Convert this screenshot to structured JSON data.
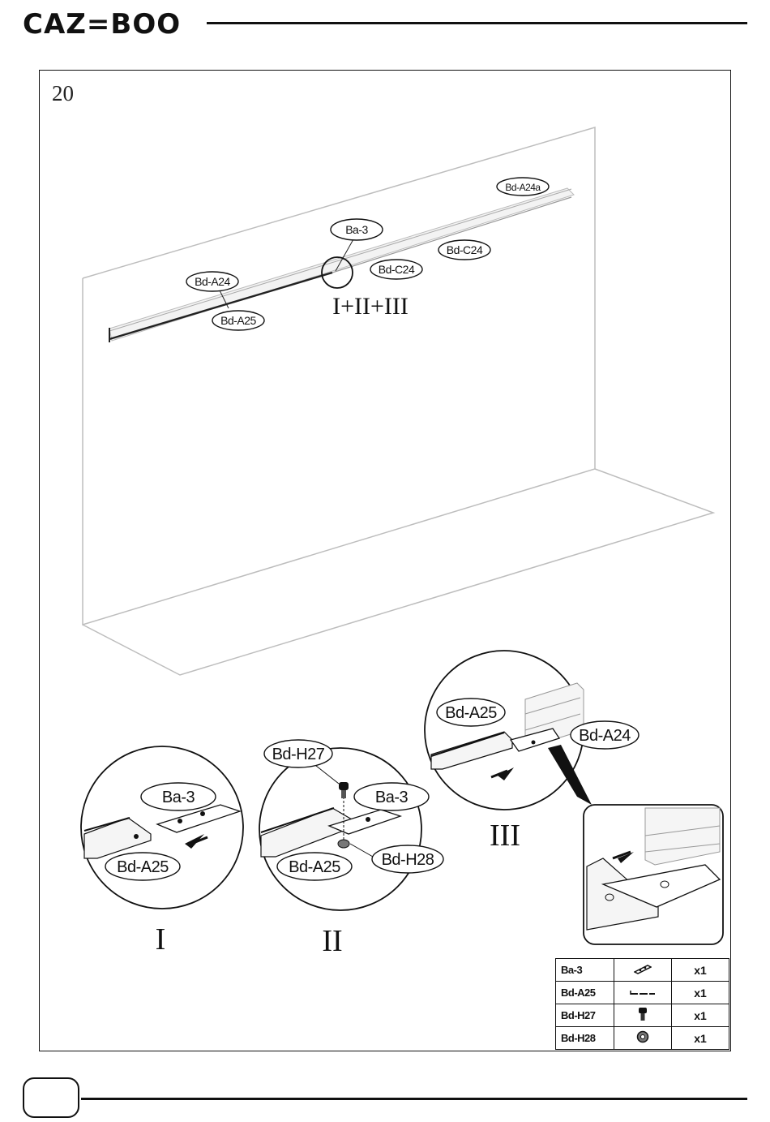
{
  "brand": "CAZ=BOO",
  "step_number": "20",
  "callouts": {
    "bd_a24a": "Bd-A24a",
    "ba_3": "Ba-3",
    "bd_c24_top": "Bd-C24",
    "bd_c24_mid": "Bd-C24",
    "bd_a24": "Bd-A24",
    "bd_a25": "Bd-A25",
    "detail_ref": "I+II+III"
  },
  "details": {
    "one": {
      "numeral": "I",
      "ba_3": "Ba-3",
      "bd_a25": "Bd-A25"
    },
    "two": {
      "numeral": "II",
      "bd_h27": "Bd-H27",
      "ba_3": "Ba-3",
      "bd_a25": "Bd-A25",
      "bd_h28": "Bd-H28"
    },
    "three": {
      "numeral": "III",
      "bd_a25": "Bd-A25",
      "bd_a24": "Bd-A24"
    }
  },
  "parts_list": [
    {
      "code": "Ba-3",
      "icon": "plate-icon",
      "qty": "x1"
    },
    {
      "code": "Bd-A25",
      "icon": "rail-connector-icon",
      "qty": "x1"
    },
    {
      "code": "Bd-H27",
      "icon": "screw-icon",
      "qty": "x1"
    },
    {
      "code": "Bd-H28",
      "icon": "nut-icon",
      "qty": "x1"
    }
  ]
}
